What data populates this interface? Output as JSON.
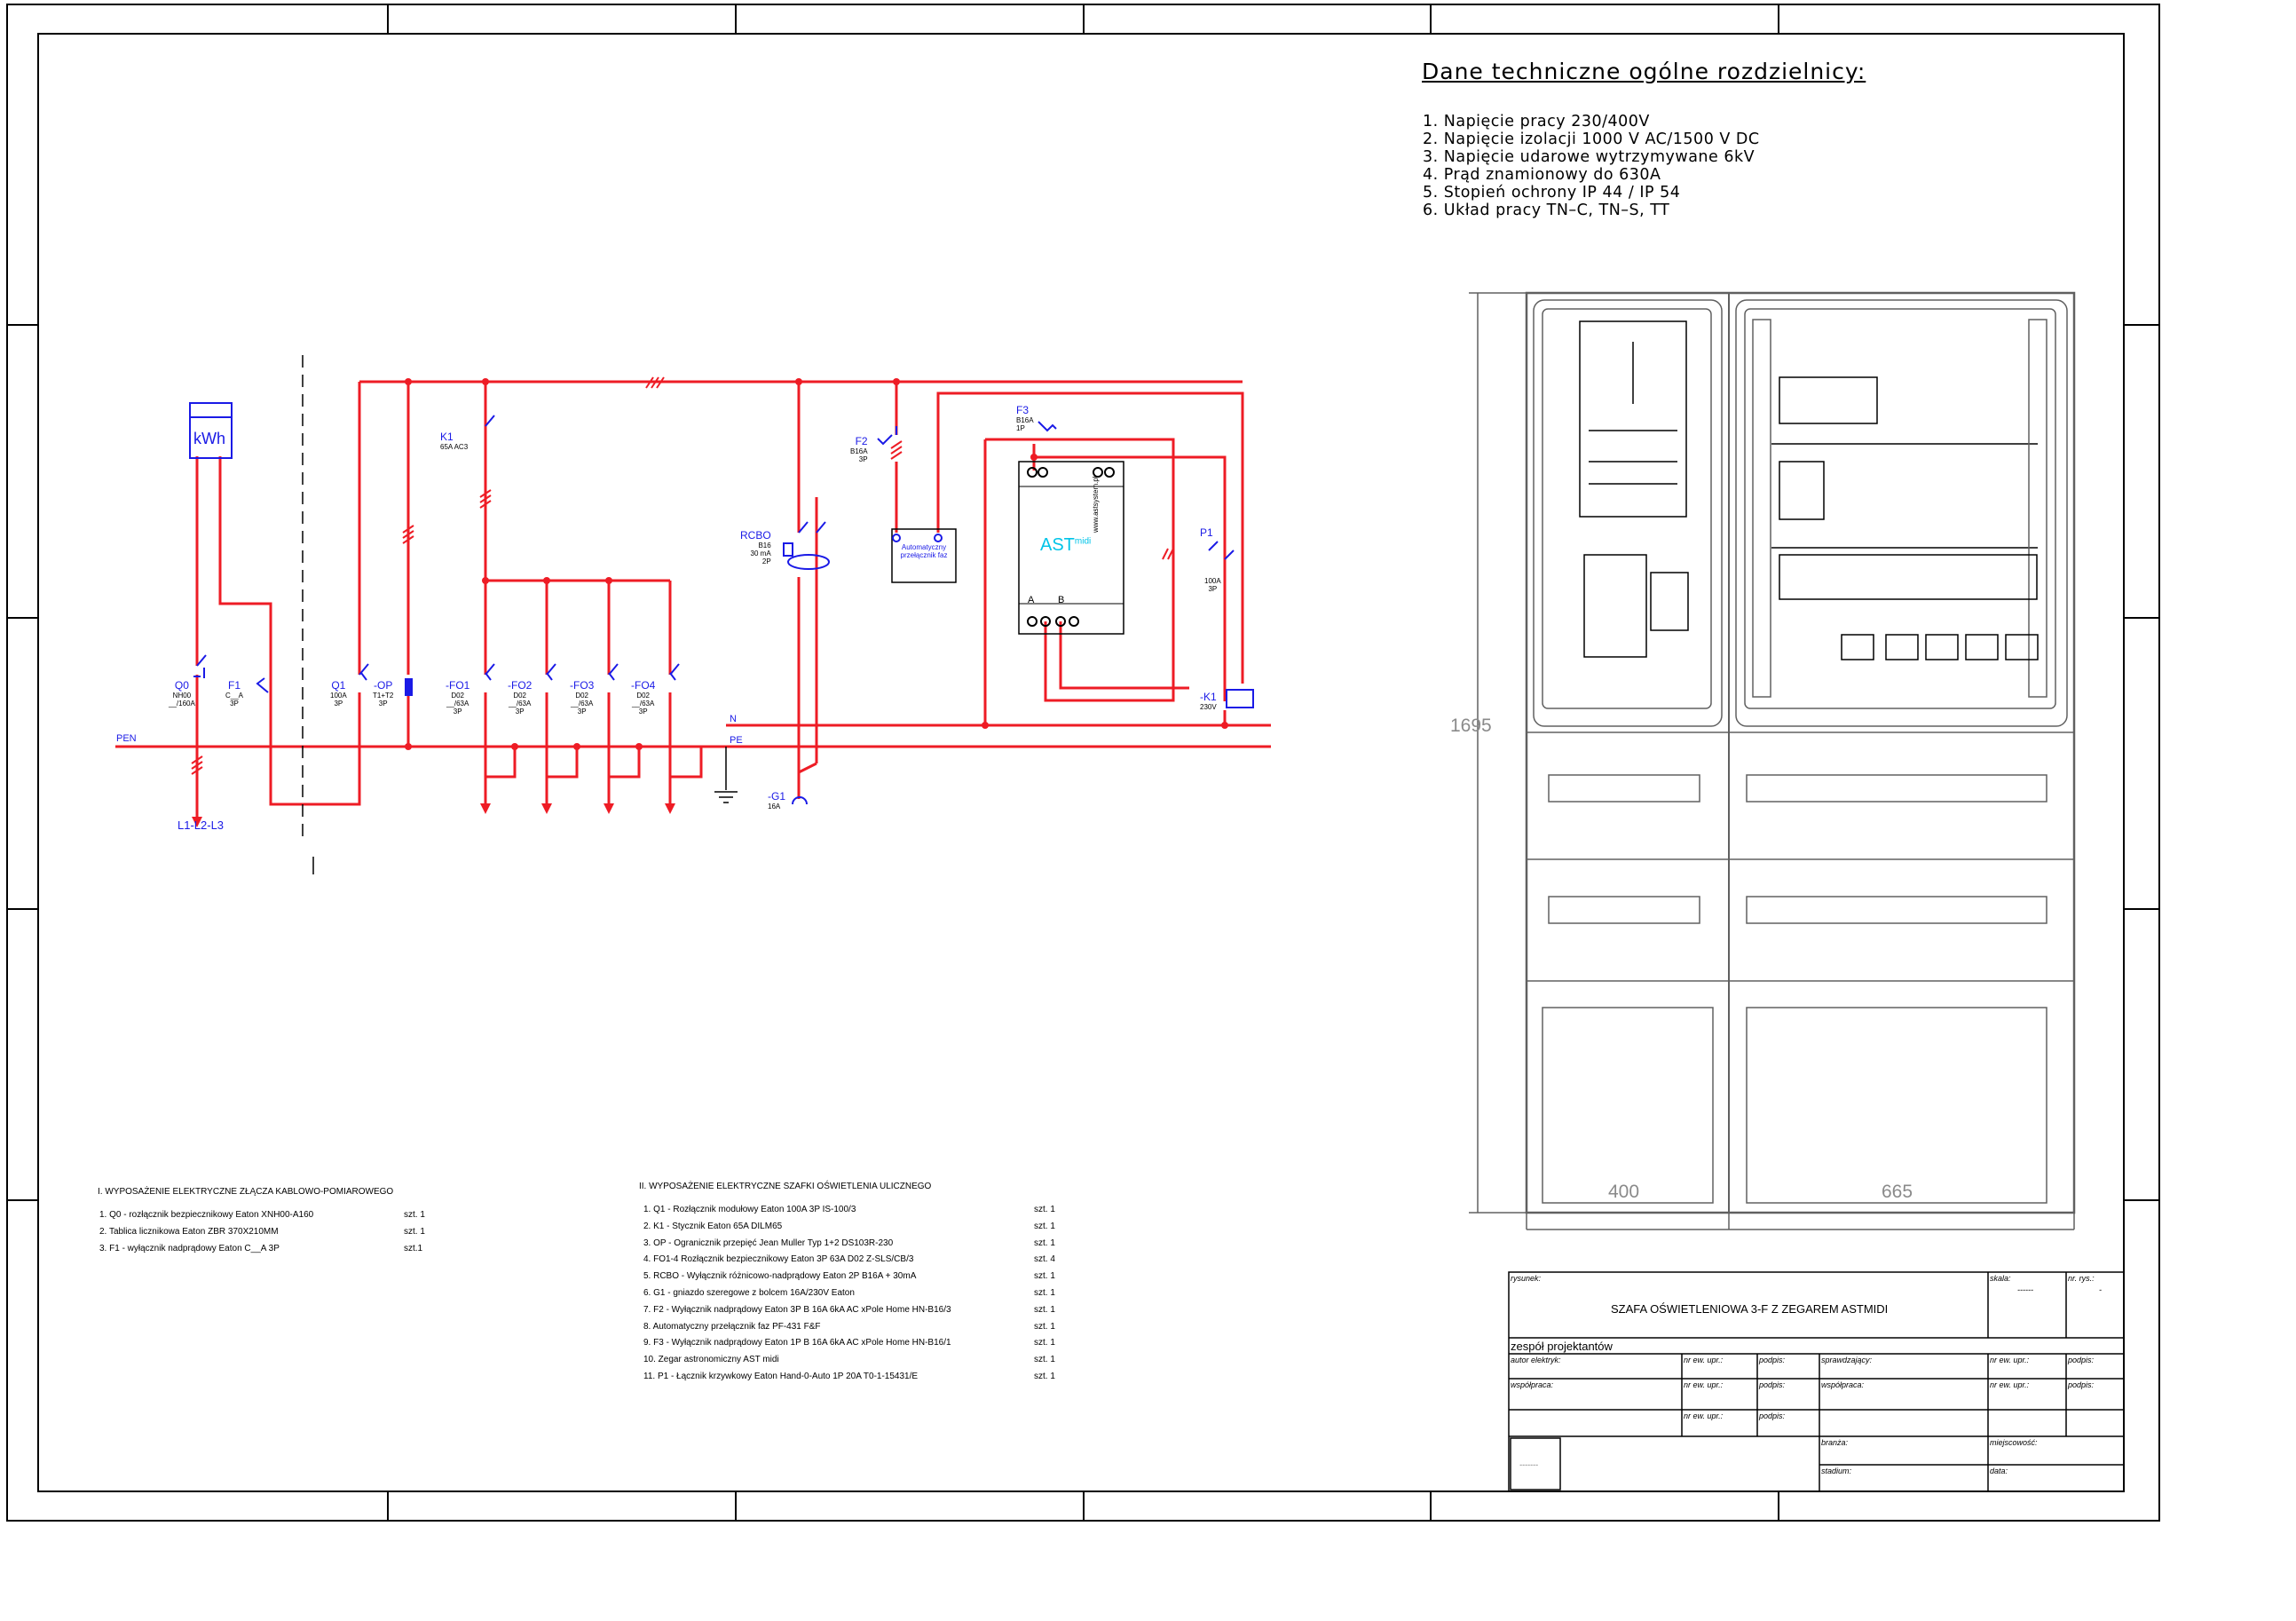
{
  "specs": {
    "title": "Dane techniczne ogólne rozdzielnicy:",
    "items": [
      "1. Napięcie pracy   230/400V",
      "2. Napięcie izolacji  1000 V AC/1500 V DC",
      "3. Napięcie udarowe wytrzymywane 6kV",
      "4. Prąd znamionowy  do 630A",
      "5. Stopień ochrony IP 44 / IP 54",
      "6. Układ pracy TN–C, TN–S, TT"
    ]
  },
  "schematic": {
    "kwh": "kWh",
    "pen": "PEN",
    "n": "N",
    "pe": "PE",
    "supply": "L1-L2-L3",
    "q0": {
      "name": "Q0",
      "l1": "NH00",
      "l2": "__/160A"
    },
    "f1": {
      "name": "F1",
      "l1": "C__A",
      "l2": "3P"
    },
    "q1": {
      "name": "Q1",
      "l1": "100A",
      "l2": "3P"
    },
    "op": {
      "name": "-OP",
      "l1": "T1+T2",
      "l2": "3P"
    },
    "k1_contact": {
      "name": "K1",
      "l1": "65A AC3"
    },
    "fo": [
      {
        "name": "-FO1",
        "l1": "D02",
        "l2": "__/63A",
        "l3": "3P"
      },
      {
        "name": "-FO2",
        "l1": "D02",
        "l2": "__/63A",
        "l3": "3P"
      },
      {
        "name": "-FO3",
        "l1": "D02",
        "l2": "__/63A",
        "l3": "3P"
      },
      {
        "name": "-FO4",
        "l1": "D02",
        "l2": "__/63A",
        "l3": "3P"
      }
    ],
    "rcbo": {
      "name": "RCBO",
      "l1": "B16",
      "l2": "30 mA",
      "l3": "2P"
    },
    "g1": {
      "name": "-G1",
      "l1": "16A"
    },
    "f2": {
      "name": "F2",
      "l1": "B16A",
      "l2": "3P"
    },
    "pf": {
      "l1": "Automatyczny",
      "l2": "przełącznik faz"
    },
    "f3": {
      "name": "F3",
      "l1": "B16A",
      "l2": "1P"
    },
    "ast": {
      "brand": "AST",
      "sup": "midi",
      "web": "www.astsystem.pl",
      "a": "A",
      "b": "B"
    },
    "p1": {
      "name": "P1",
      "l1": "100A",
      "l2": "3P"
    },
    "k1_coil": {
      "name": "-K1",
      "l1": "230V"
    }
  },
  "dims": {
    "height": "1695",
    "left_width": "400",
    "right_width": "665"
  },
  "list1": {
    "title": "I. WYPOSAŻENIE ELEKTRYCZNE ZŁĄCZA KABLOWO-POMIAROWEGO",
    "items": [
      {
        "text": "1. Q0 - rozłącznik bezpiecznikowy Eaton XNH00-A160",
        "qty": "szt. 1"
      },
      {
        "text": "2. Tablica licznikowa Eaton ZBR 370X210MM",
        "qty": "szt. 1"
      },
      {
        "text": "3. F1 - wyłącznik nadprądowy Eaton C__A 3P",
        "qty": "szt.1"
      }
    ]
  },
  "list2": {
    "title": "II. WYPOSAŻENIE ELEKTRYCZNE SZAFKI OŚWIETLENIA ULICZNEGO",
    "items": [
      {
        "text": "1. Q1 - Rozłącznik modułowy Eaton 100A 3P IS-100/3",
        "qty": "szt. 1"
      },
      {
        "text": "2. K1 - Stycznik Eaton 65A DILM65",
        "qty": "szt. 1"
      },
      {
        "text": "3. OP - Ogranicznik przepięć Jean Muller Typ 1+2 DS103R-230",
        "qty": "szt. 1"
      },
      {
        "text": "4. FO1-4 Rozłącznik bezpiecznikowy  Eaton 3P 63A D02 Z-SLS/CB/3",
        "qty": "szt. 4"
      },
      {
        "text": "5. RCBO - Wyłącznik różnicowo-nadprądowy Eaton 2P B16A + 30mA",
        "qty": "szt. 1"
      },
      {
        "text": "6. G1 - gniazdo szeregowe z bolcem 16A/230V Eaton",
        "qty": "szt. 1"
      },
      {
        "text": "7. F2 - Wyłącznik nadprądowy Eaton 3P B 16A 6kA AC xPole Home HN-B16/3",
        "qty": "szt. 1"
      },
      {
        "text": "8. Automatyczny przełącznik faz PF-431 F&F",
        "qty": "szt. 1"
      },
      {
        "text": "9. F3 - Wyłącznik nadprądowy Eaton 1P B 16A 6kA AC xPole Home HN-B16/1",
        "qty": "szt. 1"
      },
      {
        "text": "10. Zegar astronomiczny AST midi",
        "qty": "szt. 1"
      },
      {
        "text": "11. P1 - Łącznik krzywkowy Eaton Hand-0-Auto 1P 20A T0-1-15431/E",
        "qty": "szt. 1"
      }
    ]
  },
  "titleblock": {
    "rysunek": "rysunek:",
    "title": "SZAFA OŚWIETLENIOWA 3-F Z ZEGAREM ASTMIDI",
    "skala": "skala:",
    "skala_val": "------",
    "nr_rys": "nr. rys.:",
    "nr_rys_val": "-",
    "team": "zespół projektantów",
    "autor": "autor elektryk:",
    "wspolpraca": "współpraca:",
    "sprawdzajacy": "sprawdzający:",
    "nr_upr": "nr ew. upr.:",
    "podpis": "podpis:",
    "branza": "branża:",
    "stadium": "stadium:",
    "miejscowosc": "miejscowość:",
    "data": "data:",
    "logo": "-------"
  },
  "colors": {
    "circuit": "#ee1c25",
    "device": "#1a1ae6",
    "frame": "#000000",
    "cabinet": "#606060"
  }
}
